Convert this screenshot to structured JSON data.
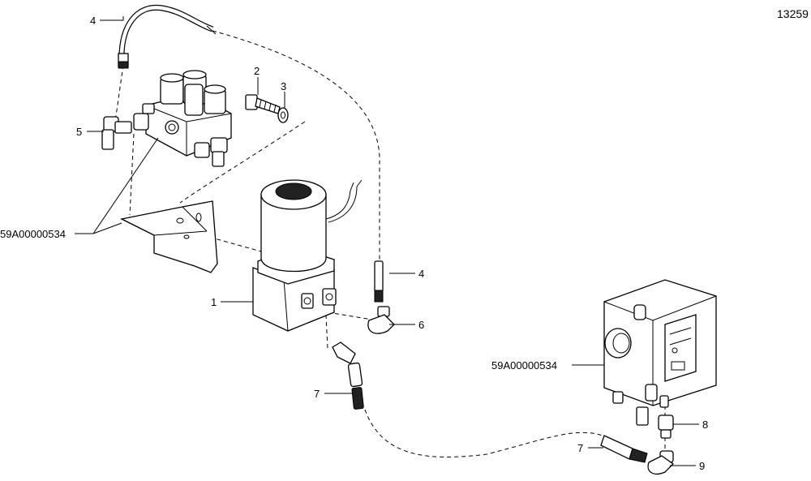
{
  "figure_number": "13259",
  "callouts": {
    "c4_top": "4",
    "c2": "2",
    "c3": "3",
    "c5": "5",
    "c59_left": "59A00000534",
    "c4_mid": "4",
    "c1": "1",
    "c6": "6",
    "c7_mid": "7",
    "c59_right": "59A00000534",
    "c8": "8",
    "c7_bot": "7",
    "c9": "9"
  }
}
